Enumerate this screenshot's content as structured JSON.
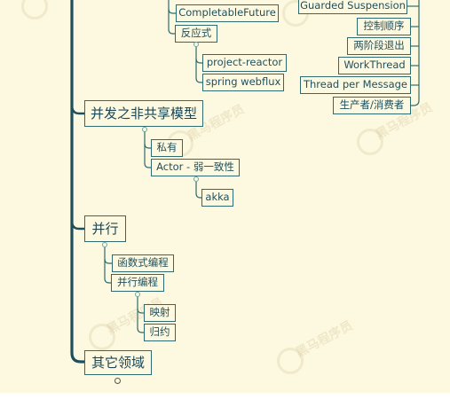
{
  "nodes": {
    "completable_future": "CompletableFuture",
    "reactive": "反应式",
    "project_reactor": "project-reactor",
    "spring_webflux": "spring webflux",
    "guarded_suspension": "Guarded Suspension",
    "order_control": "控制顺序",
    "two_phase_exit": "两阶段退出",
    "work_thread": "WorkThread",
    "thread_per_message": "Thread per Message",
    "producer_consumer": "生产者/消费者",
    "non_shared_model": "并发之非共享模型",
    "private": "私有",
    "actor": "Actor - 弱一致性",
    "akka": "akka",
    "parallel": "并行",
    "functional": "函数式编程",
    "parallel_programming": "并行编程",
    "map": "映射",
    "reduce": "归约",
    "other_fields": "其它领域"
  },
  "watermark": "黑马程序员",
  "colors": {
    "background": "#fdf9e0",
    "trunk": "#1f4f5c",
    "branch": "#2e6b6e",
    "text": "#1f4f5c"
  }
}
